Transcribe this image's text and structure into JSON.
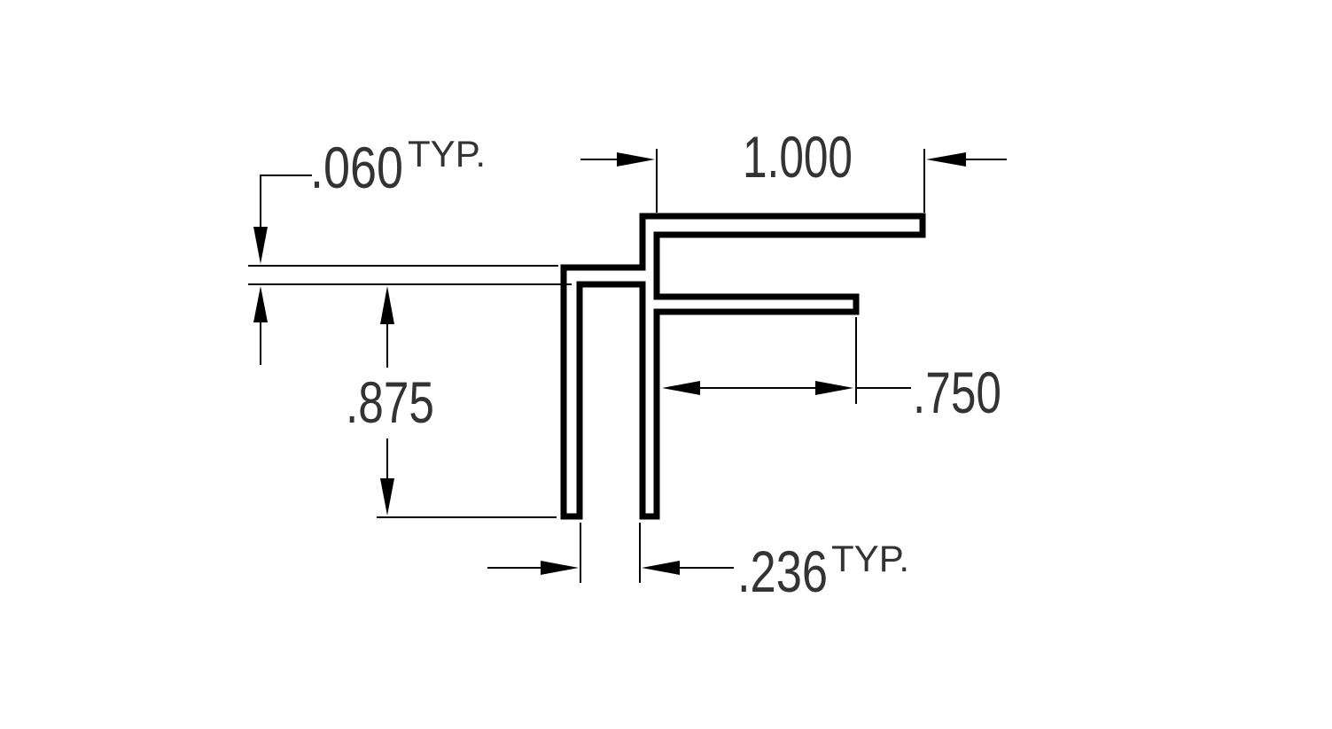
{
  "dimensions": {
    "wall_thickness": {
      "value": ".060",
      "suffix": "TYP."
    },
    "top_flange_length": {
      "value": "1.000"
    },
    "leg_height": {
      "value": ".875"
    },
    "middle_flange_length": {
      "value": ".750"
    },
    "channel_gap": {
      "value": ".236",
      "suffix": "TYP."
    }
  },
  "colors": {
    "text": "#333333",
    "lines": "#000000",
    "background": "#ffffff"
  }
}
